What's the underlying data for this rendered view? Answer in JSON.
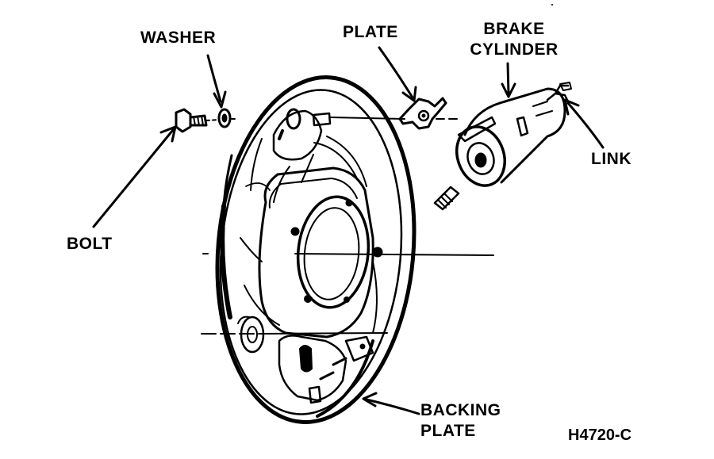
{
  "diagram": {
    "labels": {
      "washer": "WASHER",
      "plate": "PLATE",
      "brake_cylinder": [
        "BRAKE",
        "CYLINDER"
      ],
      "link": "LINK",
      "bolt": "BOLT",
      "backing_plate": [
        "BACKING",
        "PLATE"
      ]
    },
    "figure_id": "H4720-C"
  }
}
